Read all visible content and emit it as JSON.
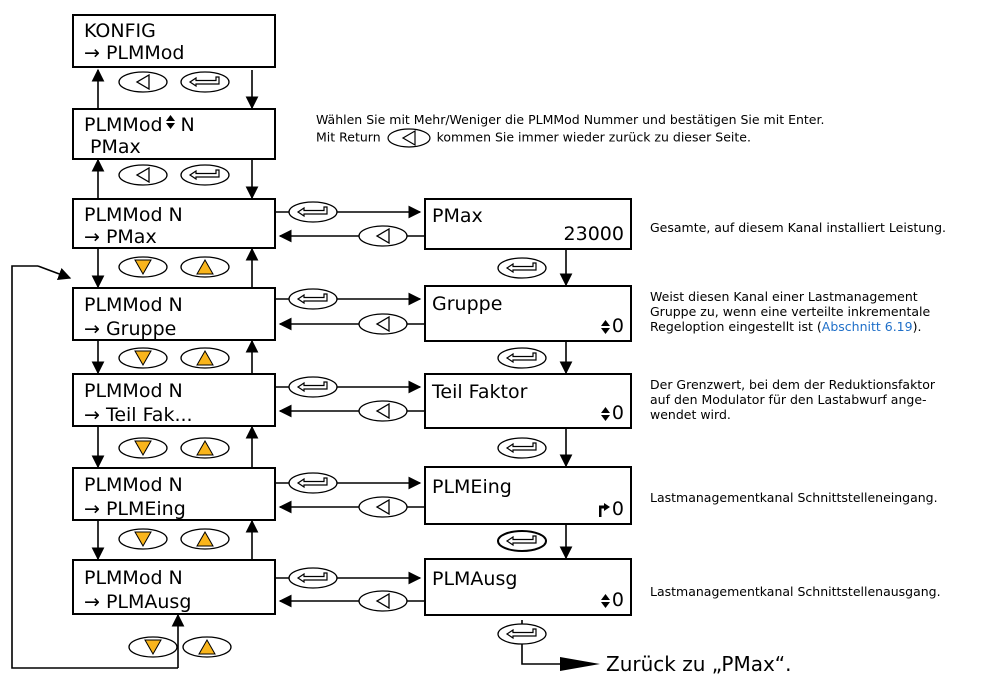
{
  "menu": {
    "root": {
      "line1": "KONFIG",
      "line2": "→ PLMMod"
    },
    "select": {
      "line1": "PLMMod",
      "line1_suffix": " N",
      "line2": "PMax"
    },
    "items": [
      {
        "line1": "PLMMod N",
        "line2": "→ PMax"
      },
      {
        "line1": "PLMMod N",
        "line2": "→ Gruppe"
      },
      {
        "line1": "PLMMod N",
        "line2": "→ Teil Fak..."
      },
      {
        "line1": "PLMMod N",
        "line2": "→ PLMEing"
      },
      {
        "line1": "PLMMod N",
        "line2": "→ PLMAusg"
      }
    ]
  },
  "params": [
    {
      "name": "PMax",
      "value": "23000",
      "icon": ""
    },
    {
      "name": "Gruppe",
      "value": "0",
      "icon": "up-down-icon"
    },
    {
      "name": "Teil Faktor",
      "value": "0",
      "icon": "up-down-icon"
    },
    {
      "name": "PLMEing",
      "value": "0",
      "icon": "wire-link-icon"
    },
    {
      "name": "PLMAusg",
      "value": "0",
      "icon": "up-down-icon"
    }
  ],
  "notes": {
    "select_line1": "Wählen Sie mit Mehr/Weniger die PLMMod Nummer und bestätigen Sie mit Enter.",
    "select_line2_before": "Mit Return",
    "select_line2_after": "kommen Sie immer wieder zurück zu dieser Seite.",
    "pmax": "Gesamte, auf diesem Kanal installiert Leistung.",
    "gruppe_1": "Weist diesen Kanal einer Lastmanagement",
    "gruppe_2": "Gruppe zu, wenn eine verteilte inkrementale",
    "gruppe_3_before": "Regeloption eingestellt ist (",
    "gruppe_3_link": "Abschnitt 6.19",
    "gruppe_3_after": ").",
    "teil_1": "Der Grenzwert, bei dem der Reduktionsfaktor",
    "teil_2": "auf den Modulator für den Lastabwurf ange-",
    "teil_3": "wendet wird.",
    "eing": "Lastmanagementkanal Schnittstelleneingang.",
    "ausg": "Lastmanagementkanal Schnittstellenausgang."
  },
  "footer": {
    "back": "Zurück zu „PMax“."
  },
  "colors": {
    "arrow_key_fill": "#f9b51c",
    "link": "#1f6fc8",
    "line": "#000000"
  }
}
